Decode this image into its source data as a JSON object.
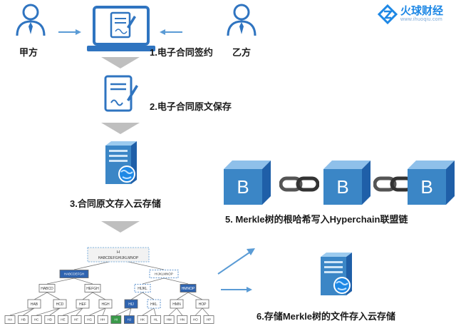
{
  "brand": {
    "name": "火球财经",
    "url": "www.ihuoqiu.com",
    "color": "#1e88e5"
  },
  "parties": {
    "party_a": "甲方",
    "party_b": "乙方"
  },
  "steps": {
    "s1": "1.电子合同签约",
    "s2": "2.电子合同原文保存",
    "s3": "3.合同原文存入云存储",
    "s5": "5. Merkle树的根哈希写入Hyperchain联盟链",
    "s6": "6.存储Merkle树的文件存入云存储"
  },
  "blocks": [
    "B",
    "B",
    "B"
  ],
  "merkle": {
    "root_top": "H",
    "root_label": "HABCDEFGHIJKLMNOP",
    "level1": [
      "HABCDEFGH",
      "HIJKLMNOP"
    ],
    "level2": [
      "HABCD",
      "HEFGH",
      "HIJKL",
      "HMNOP"
    ],
    "level3": [
      "HAB",
      "HCD",
      "HEF",
      "HGH",
      "HIJ",
      "HKL",
      "HMN",
      "HOP"
    ],
    "leaves": [
      "HA",
      "HB",
      "HC",
      "HD",
      "HE",
      "HF",
      "HG",
      "HH",
      "HI",
      "HJ",
      "HK",
      "HL",
      "HM",
      "HN",
      "HO",
      "HP"
    ]
  },
  "colors": {
    "accent": "#2f74c0",
    "block": "#3b86c6",
    "arrow_gray": "#bfbfbf",
    "leaf_green": "#3a9a4a"
  }
}
